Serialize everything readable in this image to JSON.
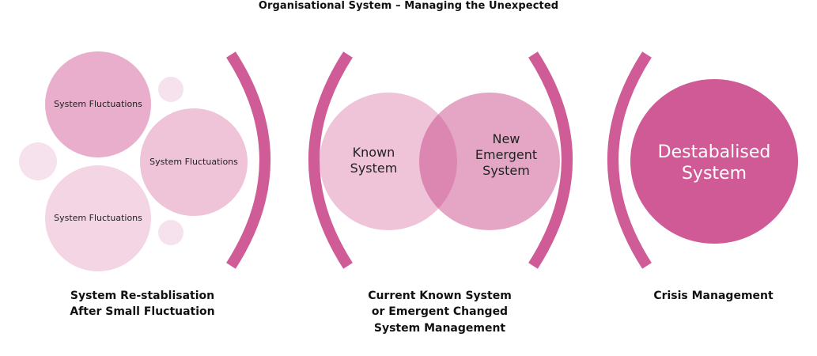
{
  "title": "Organisational System – Managing the Unexpected",
  "colors": {
    "bracket": "#cf5b97",
    "fluctuation_dark": "#e8aecb",
    "fluctuation_mid": "#efc3d8",
    "fluctuation_light": "#f3d5e3",
    "dot_light": "#f6e2ec",
    "known": "#efc3d8",
    "emergent": "#e5a6c5",
    "overlap": "#dc87b2",
    "destabalised": "#d05a95"
  },
  "stages": [
    {
      "label": "System Re-stablisation\nAfter Small Fluctuation",
      "circles": [
        "System Fluctuations",
        "System Fluctuations",
        "System Fluctuations"
      ]
    },
    {
      "label": "Current Known System\nor Emergent Changed\nSystem Management",
      "circles": [
        "Known\nSystem",
        "New\nEmergent\nSystem"
      ]
    },
    {
      "label": "Crisis Management",
      "circles": [
        "Destabalised\nSystem"
      ]
    }
  ]
}
